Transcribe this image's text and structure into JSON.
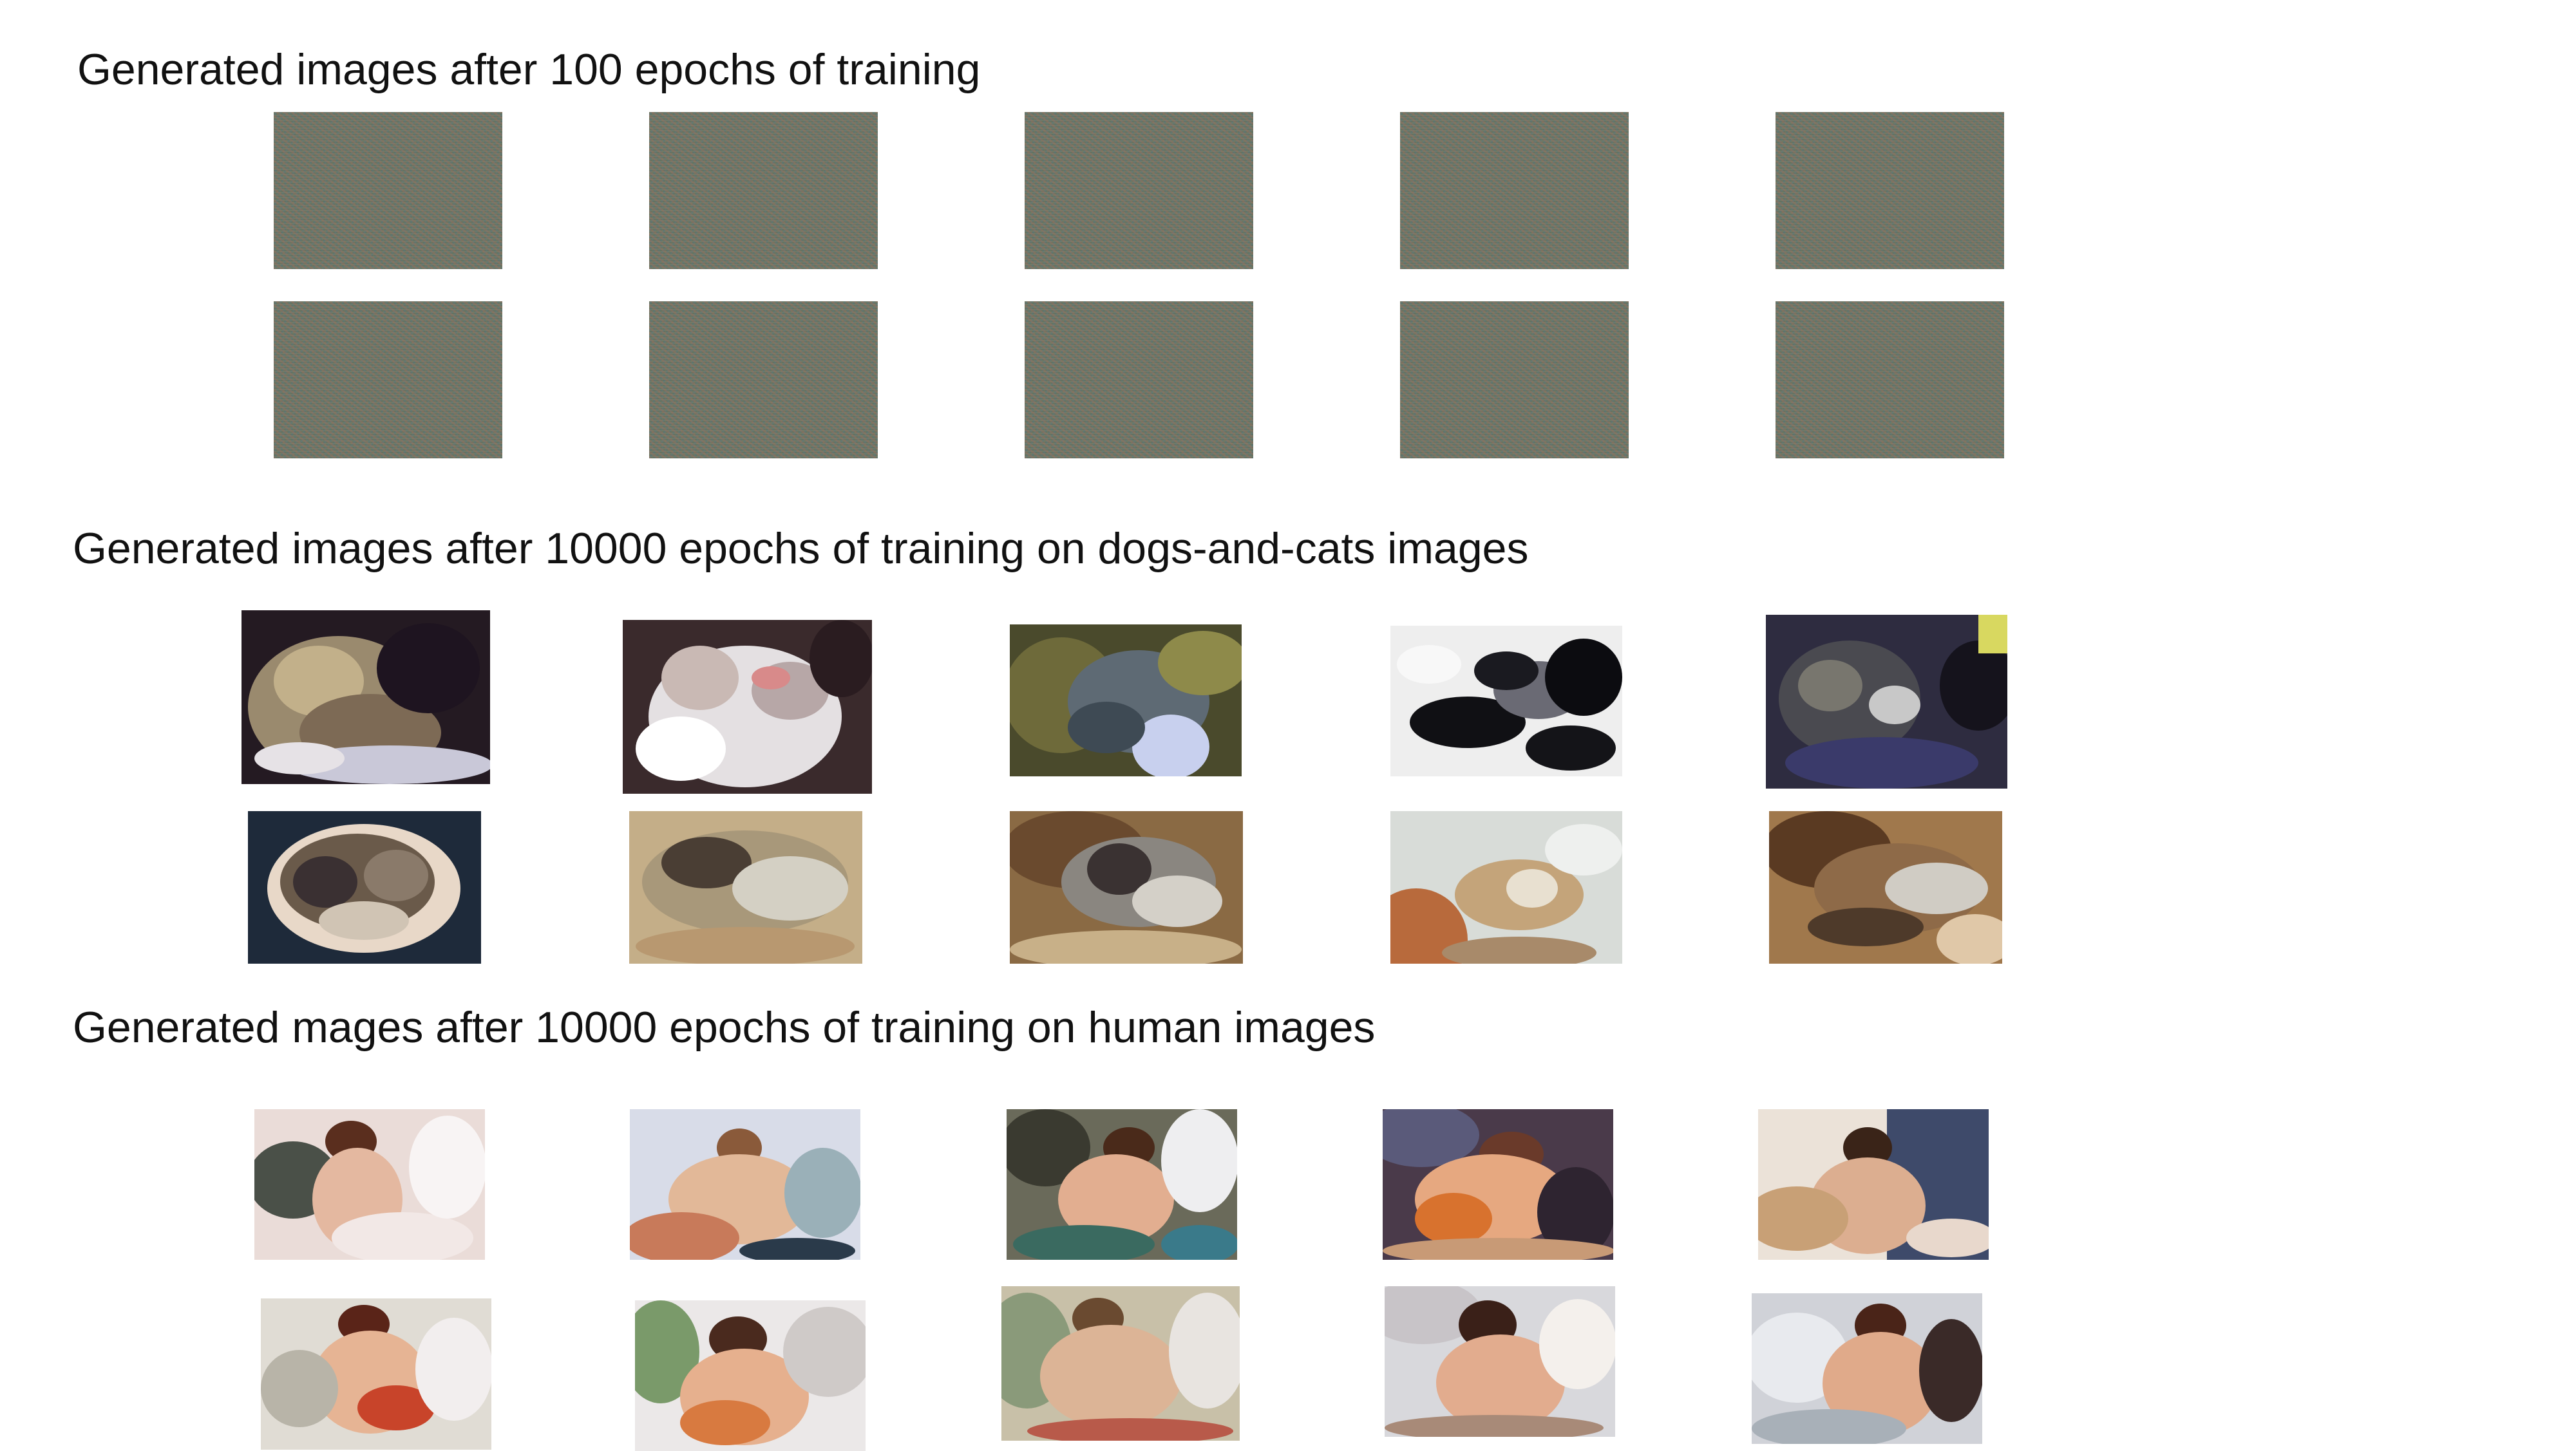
{
  "sections": [
    {
      "title": "Generated images after 100 epochs of training",
      "image_count": 10,
      "image_content": "noise"
    },
    {
      "title": "Generated images after 10000 epochs of training on dogs-and-cats images",
      "image_count": 10,
      "image_content": "blurry-animals"
    },
    {
      "title": "Generated mages after 10000 epochs of training on human images",
      "image_count": 10,
      "image_content": "blurry-human-figures"
    }
  ],
  "colors": {
    "noise_base": "#707a68",
    "text": "#111111",
    "background": "#ffffff"
  }
}
